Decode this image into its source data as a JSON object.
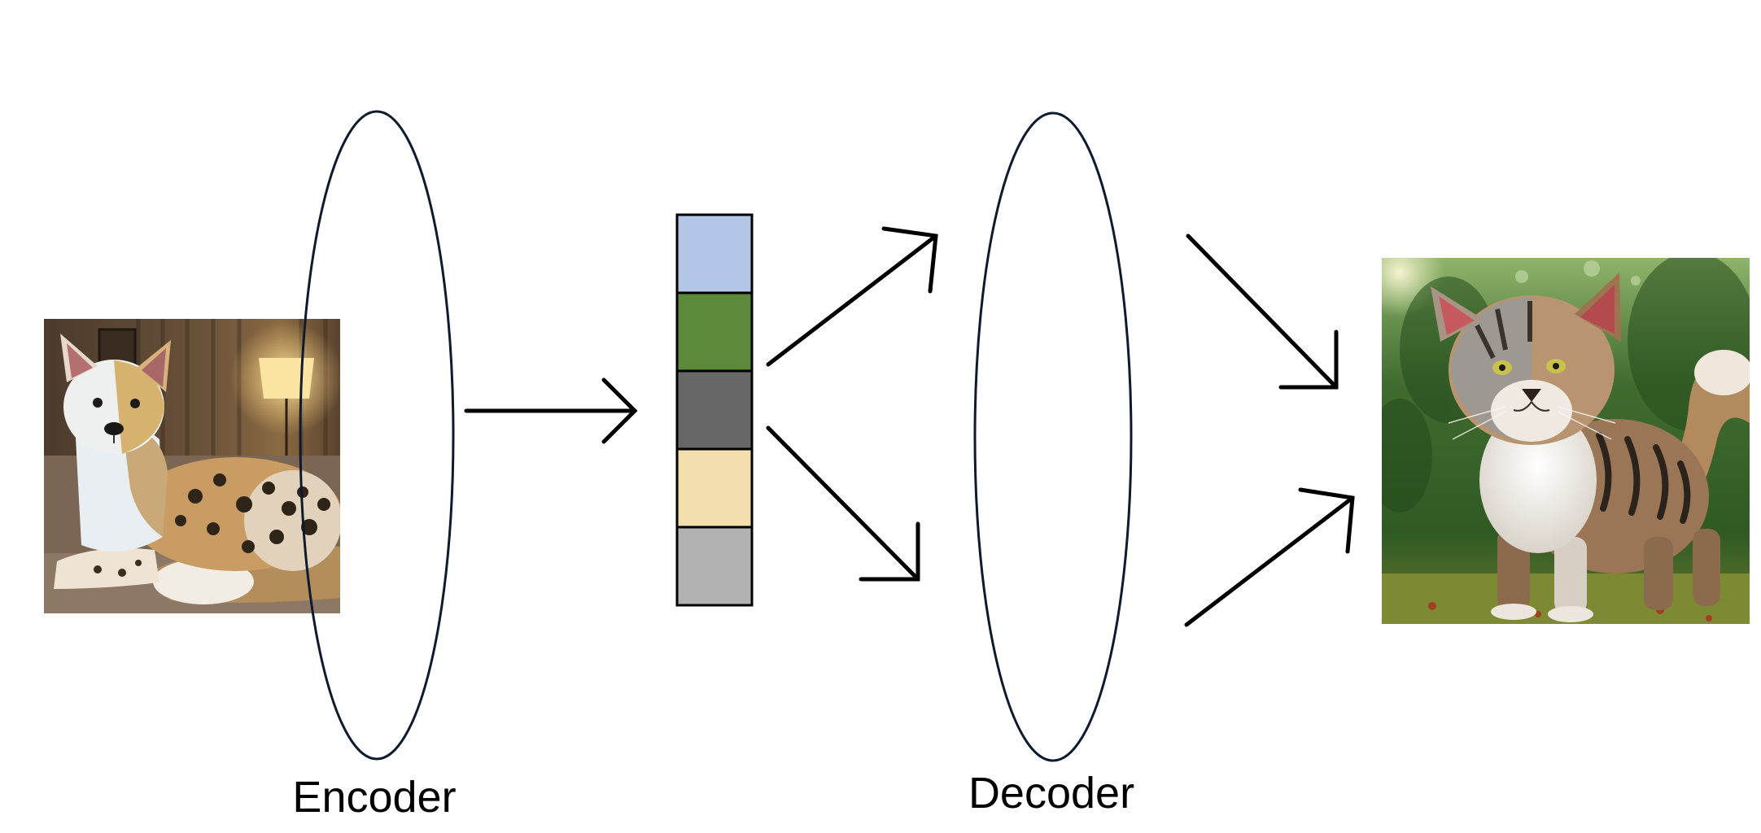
{
  "diagram": {
    "encoder_label": "Encoder",
    "decoder_label": "Decoder",
    "input_image": "cat-dog-hybrid-photo",
    "output_image": "cat-photo",
    "latent_colors": [
      "#b4c6e7",
      "#5b8a3c",
      "#676767",
      "#f3dfad",
      "#b2b2b2"
    ],
    "outline_color": "#0d1b2e",
    "arrow_color": "#000000"
  }
}
